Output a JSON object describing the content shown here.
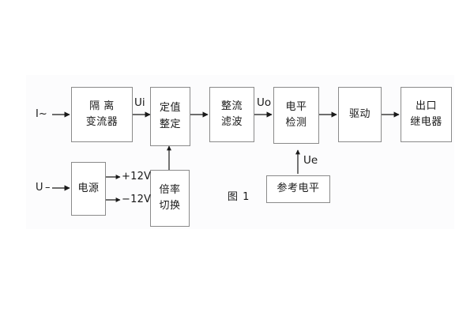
{
  "figure": {
    "caption": "图 1",
    "input_current_label": "I~",
    "input_voltage_label": "U"
  },
  "signals": {
    "ui": "Ui",
    "uo": "Uo",
    "ue": "Ue",
    "rail_positive": "+12V",
    "rail_negative": "−12V"
  },
  "blocks": {
    "isolation_ct": {
      "line1": "隔 离",
      "line2": "变流器"
    },
    "setting": {
      "line1": "定值",
      "line2": "整定"
    },
    "rectifier_filter": {
      "line1": "整流",
      "line2": "滤波"
    },
    "level_detect": {
      "line1": "电平",
      "line2": "检测"
    },
    "drive": {
      "line1": "驱动"
    },
    "output_relay": {
      "line1": "出口",
      "line2": "继电器"
    },
    "power_supply": {
      "line1": "电源"
    },
    "multiplier_switch": {
      "line1": "倍率",
      "line2": "切换"
    },
    "reference_level": {
      "line1": "参考电平"
    }
  },
  "colors": {
    "stroke": "#8a8a8a",
    "text": "#1a1a1a",
    "background": "#ffffff",
    "panel": "#fcfcfd"
  }
}
